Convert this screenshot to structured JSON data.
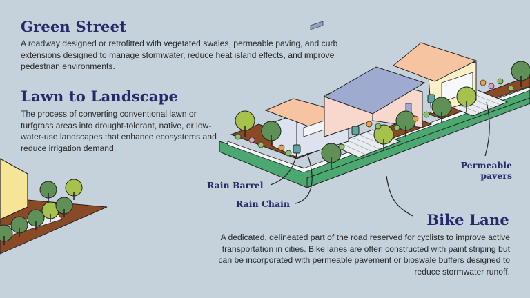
{
  "sections": {
    "green_street": {
      "title": "Green Street",
      "body": "A roadway designed or retrofitted with vegetated swales, permeable paving, and curb extensions designed to manage stormwater, reduce heat island effects, and improve pedestrian environments."
    },
    "lawn_to_landscape": {
      "title": "Lawn to Landscape",
      "body": "The process of converting conventional lawn or turfgrass areas into drought-tolerant, native, or low-water-use landscapes that enhance ecosystems and reduce irrigation demand."
    },
    "bike_lane": {
      "title": "Bike Lane",
      "body": "A dedicated, delineated part of the road reserved for cyclists to improve active transportation in cities. Bike lanes are often constructed with paint striping but can be incorporated with permeable pavement or bioswale buffers designed to reduce stormwater runoff."
    }
  },
  "callouts": {
    "rain_barrel": "Rain Barrel",
    "rain_chain": "Rain Chain",
    "permeable_pavers_line1": "Permeable",
    "permeable_pavers_line2": "pavers"
  },
  "colors": {
    "background": "#c5d1db",
    "heading": "#262a6b",
    "bike_lane_green": "#4aa870",
    "mulch": "#8a4a26",
    "roof_peach": "#f6c4a0",
    "roof_blue": "#9eaad0"
  }
}
